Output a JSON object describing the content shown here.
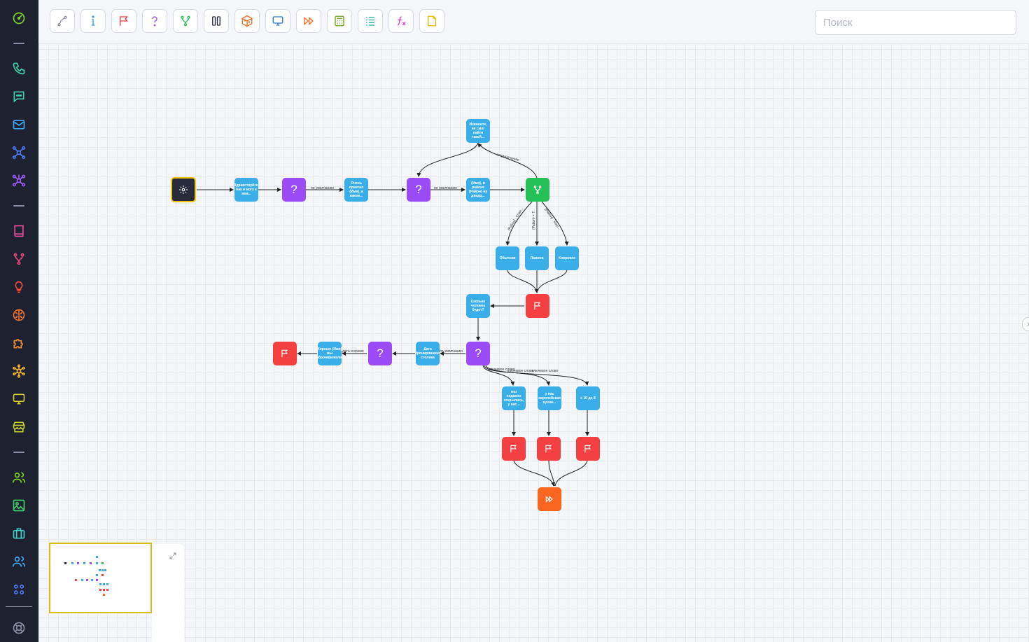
{
  "search": {
    "placeholder": "Поиск"
  },
  "toolbar": {
    "buttons": [
      {
        "icon": "connector-icon",
        "color": "#8d93a3"
      },
      {
        "icon": "info-icon",
        "color": "#2c9fe0"
      },
      {
        "icon": "flag-icon",
        "color": "#e83b3b"
      },
      {
        "icon": "question-icon",
        "color": "#9c4cf7"
      },
      {
        "icon": "branch-icon",
        "color": "#24c256"
      },
      {
        "icon": "pause-icon",
        "color": "#2c2f3d"
      },
      {
        "icon": "cube-icon",
        "color": "#f06a22"
      },
      {
        "icon": "monitor-icon",
        "color": "#2c78d9"
      },
      {
        "icon": "fast-forward-icon",
        "color": "#f06a22"
      },
      {
        "icon": "calculator-icon",
        "color": "#6aa01f"
      },
      {
        "icon": "list-icon",
        "color": "#12b49f"
      },
      {
        "icon": "function-icon",
        "color": "#e53ad6"
      },
      {
        "icon": "note-icon",
        "color": "#e6b800"
      }
    ]
  },
  "sidebar": {
    "items": [
      {
        "icon": "dashboard-icon",
        "color": "#7ed321"
      },
      {
        "icon": "phone-icon",
        "color": "#3fd1a6"
      },
      {
        "icon": "chat-icon",
        "color": "#3fd1a6"
      },
      {
        "icon": "mail-icon",
        "color": "#3fa8f5"
      },
      {
        "icon": "network-icon",
        "color": "#4d7cf5"
      },
      {
        "icon": "network-alt-icon",
        "color": "#9d5cf5"
      },
      {
        "icon": "book-icon",
        "color": "#e84a9a"
      },
      {
        "icon": "branch-icon",
        "color": "#e84a7a"
      },
      {
        "icon": "bulb-icon",
        "color": "#f04a3c"
      },
      {
        "icon": "brain-icon",
        "color": "#f0732b"
      },
      {
        "icon": "puzzle-icon",
        "color": "#f08c2b"
      },
      {
        "icon": "molecule-icon",
        "color": "#f0b42b"
      },
      {
        "icon": "monitor-icon",
        "color": "#d4c82b"
      },
      {
        "icon": "store-icon",
        "color": "#c5d12b"
      },
      {
        "icon": "users-icon",
        "color": "#7ed321"
      },
      {
        "icon": "image-icon",
        "color": "#3fd16a"
      },
      {
        "icon": "briefcase-icon",
        "color": "#3fd1c5"
      },
      {
        "icon": "team-icon",
        "color": "#3fa8f5"
      },
      {
        "icon": "apps-icon",
        "color": "#4d7cf5"
      },
      {
        "icon": "help-icon",
        "color": "#8a8fa3"
      }
    ]
  },
  "nodes": {
    "n1": "Здравствуйте. Как я могу к вам...",
    "n2": "Очень приятно {Имя}, а каком...",
    "n3": "{Имя}, в районе {Район} на двадц...",
    "n4": "Извините, не смог найти такой...",
    "n5": "Обычная",
    "n6": "Ламина",
    "n7": "Ковровое",
    "n8": "Сколько человек будет?",
    "n9": "Дата бронирования столика",
    "n10": "Хорошо {Имя} мы забронировали...",
    "n11": "мы недавно открылись, у нас...",
    "n12": "у нас европейская кухня...",
    "n13": "с 10 до 8",
    "question_mark": "?"
  },
  "edge_labels": {
    "l1": "по умолчанию",
    "l2": "по умолчанию",
    "l3": "по умолчанию",
    "l4": "{Район} : Сове...",
    "l5": "{Район} = Т...",
    "l6": "{Район} : Ваш...",
    "l7": "по умолчанию",
    "l8": "дата и время",
    "l9": "ключевое слово",
    "l10": "ключевое слово",
    "l11": "ключевое слово"
  }
}
